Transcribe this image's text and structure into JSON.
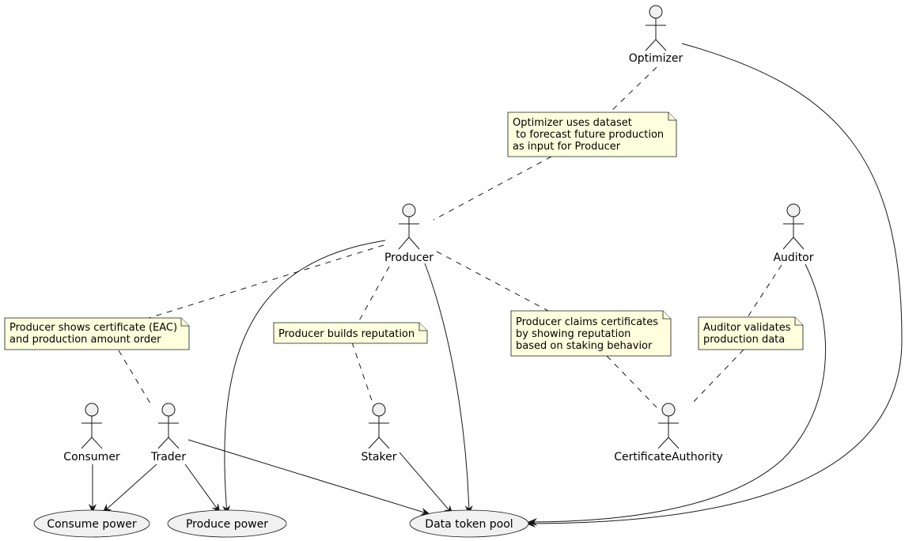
{
  "colors": {
    "actor_fill": "#f1f1f1",
    "stroke": "#181818",
    "note_fill": "#feffdd",
    "usecase_fill": "#f1f1f1"
  },
  "actors": {
    "optimizer": "Optimizer",
    "producer": "Producer",
    "auditor": "Auditor",
    "consumer": "Consumer",
    "trader": "Trader",
    "staker": "Staker",
    "certificate_authority": "CertificateAuthority"
  },
  "usecases": {
    "consume_power": "Consume power",
    "produce_power": "Produce power",
    "data_token_pool": "Data token pool"
  },
  "notes": {
    "optimizer_note": [
      "Optimizer uses dataset",
      " to forecast future production",
      "as input for Producer"
    ],
    "certificate_note": [
      "Producer shows certificate (EAC)",
      "and production amount order"
    ],
    "reputation_note": [
      "Producer builds reputation"
    ],
    "claims_note": [
      "Producer claims certificates",
      "by showing reputation",
      "based on staking behavior"
    ],
    "auditor_note": [
      "Auditor validates",
      "production data"
    ]
  }
}
